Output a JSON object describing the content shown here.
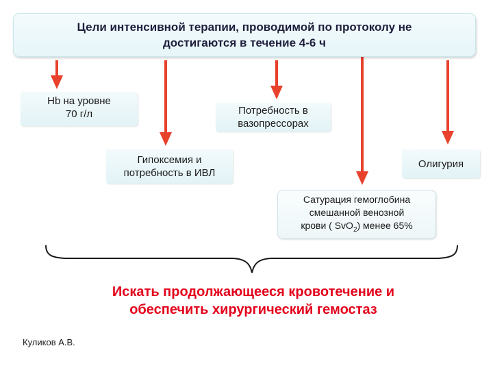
{
  "title": {
    "line1": "Цели интенсивной терапии, проводимой по протоколу не",
    "line2": "достигаются в течение 4-6 ч"
  },
  "boxes": {
    "hb": {
      "line1": "Hb на уровне",
      "line2": "70 г/л"
    },
    "vasopressors": {
      "line1": "Потребность в",
      "line2": "вазопрессорах"
    },
    "hypoxemia": {
      "line1": "Гипоксемия и",
      "line2": "потребность в ИВЛ"
    },
    "oliguria": {
      "label": "Олигурия"
    },
    "saturation": {
      "line1": "Сатурация гемоглобина",
      "line2": "смешанной венозной",
      "line3_prefix": "крови ( SvO",
      "line3_sub": "2",
      "line3_suffix": ") менее 65%"
    }
  },
  "conclusion": {
    "line1": "Искать продолжающееся кровотечение и",
    "line2": "обеспечить хирургический гемостаз"
  },
  "author": "Куликов А.В.",
  "colors": {
    "arrow": "#e8412c",
    "conclusion_text": "#e3001b",
    "box_fill": "#e6f5f8"
  }
}
